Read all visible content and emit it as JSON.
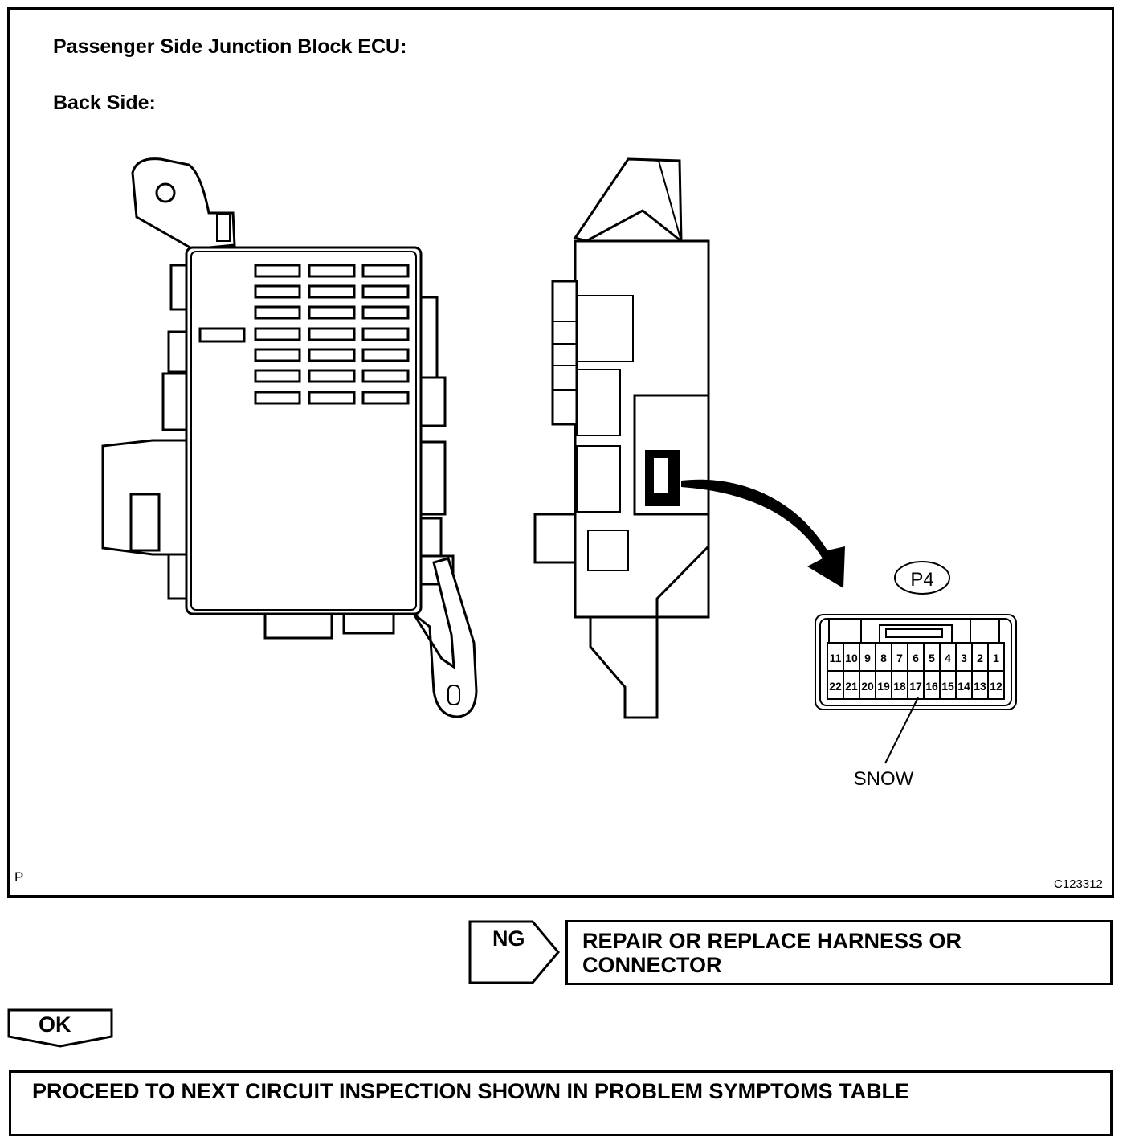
{
  "figure": {
    "title": "Passenger Side Junction Block ECU:",
    "subtitle": "Back Side:",
    "corner_letter": "P",
    "figure_code": "C123312",
    "connector": {
      "name": "P4",
      "top_row_pins": [
        "11",
        "10",
        "9",
        "8",
        "7",
        "6",
        "5",
        "4",
        "3",
        "2",
        "1"
      ],
      "bottom_row_pins": [
        "22",
        "21",
        "20",
        "19",
        "18",
        "17",
        "16",
        "15",
        "14",
        "13",
        "12"
      ],
      "callout_label": "SNOW"
    }
  },
  "flow": {
    "ng_label": "NG",
    "ng_action": "REPAIR OR REPLACE HARNESS OR CONNECTOR",
    "ok_label": "OK",
    "next_step": "PROCEED TO NEXT CIRCUIT INSPECTION SHOWN IN PROBLEM SYMPTOMS TABLE"
  }
}
